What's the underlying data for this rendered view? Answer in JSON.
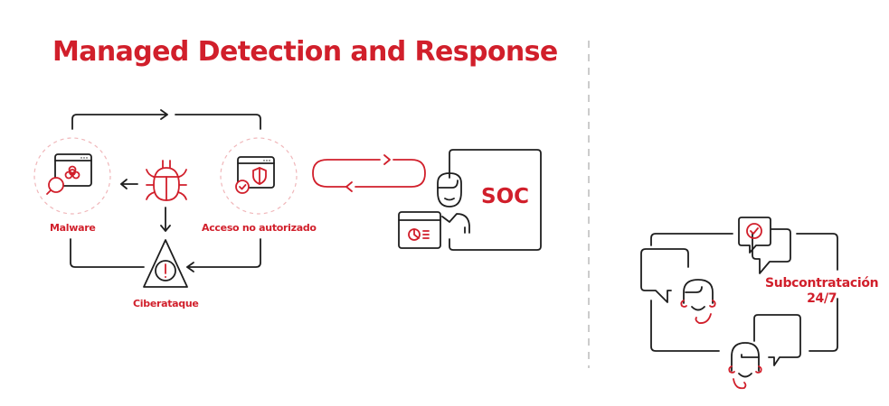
{
  "title": "Managed Detection and Response",
  "cycle": {
    "nodes": [
      {
        "id": "malware",
        "label": "Malware",
        "icon": "browser-biohazard-magnifier-icon"
      },
      {
        "id": "threat",
        "label": "",
        "icon": "bug-icon"
      },
      {
        "id": "unauthorized",
        "label": "Acceso no autorizado",
        "icon": "browser-shield-check-icon"
      },
      {
        "id": "attack",
        "label": "Ciberataque",
        "icon": "warning-triangle-icon"
      }
    ]
  },
  "soc": {
    "label": "SOC",
    "icons": [
      "exchange-arrows-icon",
      "analyst-person-icon",
      "dashboard-window-icon"
    ]
  },
  "outsourcing": {
    "label_line1": "Subcontratación",
    "label_line2": "24/7",
    "icons": [
      "chat-check-icon",
      "agent-headset-icon",
      "agent-headset-icon"
    ]
  },
  "colors": {
    "accent": "#d11f2b",
    "line": "#1e1e1e",
    "divider": "#cccccc",
    "dashed_circle": "#f0b7ba"
  }
}
